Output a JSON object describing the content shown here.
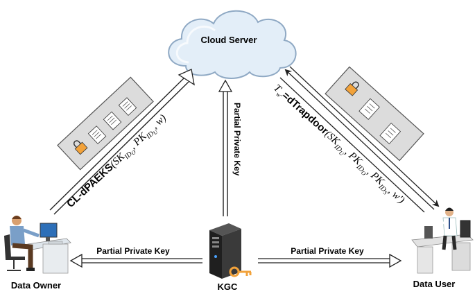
{
  "nodes": {
    "cloud_server": "Cloud Server",
    "data_owner": "Data Owner",
    "kgc": "KGC",
    "data_user": "Data User"
  },
  "edges": {
    "kgc_to_owner": "Partial Private Key",
    "kgc_to_user": "Partial Private Key",
    "kgc_to_cloud": "Partial Private Key",
    "owner_to_cloud": {
      "algo": "CL-dPAEKS",
      "args": "(SK",
      "sub1": "ID",
      "sub1b": "O",
      "mid": ", PK",
      "sub2": "ID",
      "sub2b": "U",
      "tail": ", w)"
    },
    "user_to_cloud": {
      "lhs": "T",
      "lhs_sub": "w'",
      "eq": "=",
      "algo": "dTrapdoor",
      "args": "(SK",
      "sub1": "ID",
      "sub1b": "U",
      "mid1": ", PK",
      "sub2": "ID",
      "sub2b": "O",
      "mid2": ", PK",
      "sub3": "ID",
      "sub3b": "S",
      "tail": ", w')"
    }
  },
  "colors": {
    "cloud_fill": "#e3eef8",
    "cloud_stroke": "#8fa9c4",
    "panel_fill": "#dcdcdc",
    "panel_stroke": "#555555",
    "server_body": "#2b2b2b",
    "key_color": "#f2a23a"
  },
  "icons": {
    "cloud": "cloud-icon",
    "server": "server-tower-icon",
    "key": "key-icon",
    "owner": "person-at-desk-icon",
    "user": "person-at-desk-icon",
    "document": "document-icon",
    "lock": "padlock-icon"
  }
}
